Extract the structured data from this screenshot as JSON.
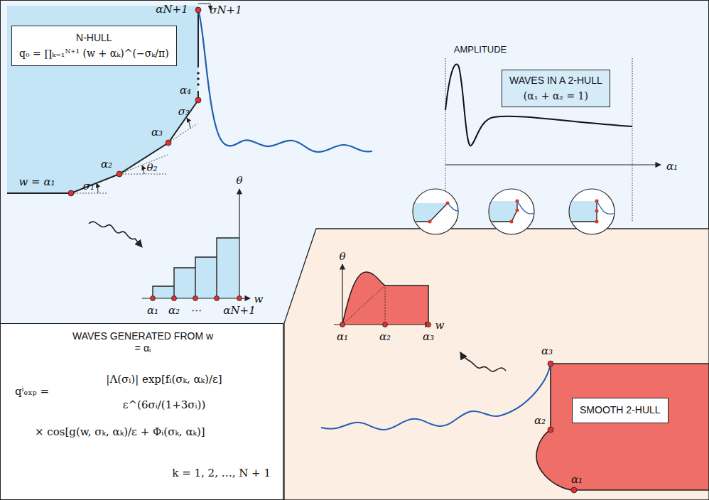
{
  "diagram": {
    "nodes": [
      {
        "text": [
          "N-HULL",
          "q₀ = ∏ₖ₌₁ᴺ⁺¹ (w + αₖ)^(−σₖ/π)"
        ]
      },
      {
        "text": [
          "WAVES IN A 2-HULL",
          "(α₁ + α₂ = 1)"
        ]
      },
      {
        "text": [
          "WAVES GENERATED FROM w = αᵢ",
          "qⁱₑₓₚ =",
          "|Λ(σᵢ)| exp[fᵢ(σₖ, αₖ)/ε]",
          "ε^(6σᵢ/(1+3σᵢ))",
          "× cos[g(w, σₖ, αₖ)/ε + Φᵢ(σₖ, αₖ)]",
          "k = 1, 2, …, N + 1"
        ]
      },
      {
        "text": [
          "SMOOTH 2-HULL"
        ]
      }
    ],
    "labels": [
      "w = α₁",
      "σ₁",
      "α₂",
      "θ₂",
      "α₃",
      "σ₃",
      "α₄",
      "αN+1",
      "σN+1",
      "θ",
      "w",
      "α₁",
      "α₂",
      "⋯",
      "αN+1",
      "AMPLITUDE",
      "α₁",
      "θ",
      "w",
      "α₁",
      "α₂",
      "α₃",
      "α₃",
      "α₂",
      "α₁"
    ]
  }
}
